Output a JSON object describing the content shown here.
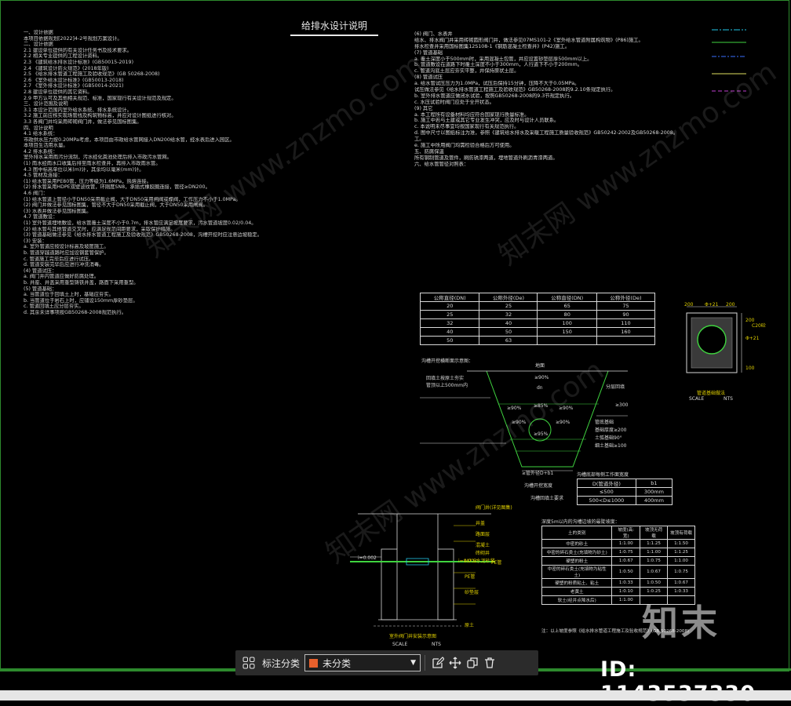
{
  "drawing": {
    "title": "给排水设计说明",
    "notes_left": [
      "一、设计依据",
      "本项目依据规划[2022]4-2号规划方案设计。",
      "二、设计依据",
      "2.1 建设单位提供的有关设计任务书及技术要求。",
      "2.2 相关专业提供的工程设计资料。",
      "2.3 《建筑给水排水设计标准》(GB50015-2019)",
      "2.4 《建筑设计防火规范》(2018年版)",
      "2.5 《给水排水管道工程施工及验收规范》(GB 50268-2008)",
      "2.6 《室外给水设计标准》(GB50013-2018)",
      "2.7 《室外排水设计标准》(GB50014-2021)",
      "2.8 建设单位提供的其它资料。",
      "2.9 甲方认可及其他相关规范、标准，国家现行有关设计规范及规定。",
      "三、设计范围及说明",
      "3.1 本设计范围内室外给水系统、排水系统设计。",
      "3.2 施工前应核实现场管线及构筑物标高，并应对设计图纸进行核对。",
      "3.3 各阀门井均采用砖砌阀门井，做法参见国标图集。",
      "四、设计说明",
      "4.1 给水系统：",
      "市政供水压力按0.20MPa考虑，本项目由市政给水管网接入DN200给水管，经水表后进入园区。",
      "本项目生活用水量。",
      "4.2 排水系统：",
      "室外排水采用雨污分流制，污水经化粪池处理后排入市政污水管网。",
      "(1) 雨水经雨水口收集后排至雨水检查井，再排入市政雨水管。",
      "4.3 图中标高单位以米(m)计，其余均以毫米(mm)计。",
      "4.5 管材及连接：",
      "(1) 给水管采用PE80管，压力等级为1.6MPa，热熔连接。",
      "(2) 排水管采用HDPE双壁波纹管，环刚度SN8，承插式橡胶圈连接，管径≥DN200。",
      "4.6 阀门：",
      "(1) 给水管道上管径小于DN50采用截止阀，大于DN50采用闸阀或蝶阀，工作压力不小于1.0MPa。",
      "(2) 阀门井做法参见国标图集，管径不大于DN50采用截止阀，大于DN50采用闸阀。",
      "(3) 水表井做法参见国标图集。",
      "4.7 管道敷设：",
      "(1) 室外管道埋地敷设，给水管覆土深度不小于0.7m，排水管应满足坡度要求，污水管道坡度0.02/0.04。",
      "(2) 给水管与其他管道交叉时，应满足规范间距要求，采取保护措施。",
      "(3) 管道基础做法参见《给水排水管道工程施工及验收规范》GB50268-2008，沟槽开挖时应注意边坡稳定。",
      "(3) 安装：",
      "a. 室外管道应按设计标高及坡度施工。",
      "b. 管道穿越道路时应加设钢套管保护。",
      "c. 管道施工完毕后应进行试压。",
      "d. 管道安装完毕后应进行冲洗消毒。",
      "(4) 管道试压：",
      "a. 阀门井内管道应做好防腐处理。",
      "b. 井座、井盖采用重型铸铁井盖，路面下采用重型。",
      "(5) 管道基础：",
      "a. 当管道位于回填土上时，基础应夯实。",
      "b. 当管道位于岩石上时，应铺设150mm厚砂垫层。",
      "c. 管道回填土应分层夯实。",
      "d. 其余未详事项按GB50268-2008规范执行。"
    ],
    "notes_right": [
      "(6) 阀门、水表井",
      "给水、排水阀门井采用砖砌圆形阀门井，做法参见07MS101-2《室外给水管道附属构筑物》(P86)施工。",
      "排水检查井采用国标图集12S108-1《钢筋混凝土检查井》(P42)施工。",
      "(7) 管道基础",
      "a. 覆土深度小于500mm时，采用混凝土包管，并应设置砂垫层厚500mm以上。",
      "b. 管道敷设在道路下时覆土深度不小于300mm，人行道下不小于200mm。",
      "c. 管道沟底土层应夯实平整，并保持原状土层。",
      "(8) 管道试压",
      "a. 给水管试压压力为1.0MPa，试压后保持15分钟，压降不大于0.05MPa。",
      "试压做法参见《给水排水管道工程施工及验收规范》GB50268-2008的9.2.10条规定执行。",
      "b. 室外排水管道应做闭水试验，按照GB50268-2008的9.3节规定执行。",
      "c. 水压试验时阀门应处于全开状态。",
      "(9) 其它",
      "a. 本工程所有设备材料均应符合国家现行质量标准。",
      "b. 施工中若与土建或其它专业发生冲突，应及时与设计人员联系。",
      "c. 本说明未尽事宜均按国家现行有关规范执行。",
      "d. 图中尺寸以图纸标注为准，参照《建筑给水排水及采暖工程施工质量验收规范》GB50242-2002及GB50268-2008。",
      "工。",
      "e. 施工中所用阀门均需检验合格后方可使用。",
      "五、防腐保温",
      "所有钢制管道及管件，刷防锈漆两道，埋地管道外刷沥青漆两道。",
      "六、给水管管径对照表："
    ],
    "pipe_table": {
      "headers": [
        "公称直径(DN)",
        "公称外径(De)",
        "公称直径(DN)",
        "公称外径(De)"
      ],
      "rows": [
        [
          "20",
          "25",
          "65",
          "75"
        ],
        [
          "25",
          "32",
          "80",
          "90"
        ],
        [
          "32",
          "40",
          "100",
          "110"
        ],
        [
          "40",
          "50",
          "150",
          "160"
        ],
        [
          "50",
          "63",
          "",
          ""
        ]
      ]
    },
    "trench_title": "沟槽开挖横断面示意图：",
    "trench_labels": {
      "top": "地面",
      "dn": "dn",
      "pct90a": "≥90%",
      "pct85": "≥85%",
      "pct95": "≥95%",
      "pct90b": "≥90%",
      "pct90c": "≥90%",
      "pct90d": "≥90%",
      "pct90e": "≥90%",
      "gt300": "≥300",
      "left1": "回填土按原土夯实",
      "left2": "管顶以上500mm内",
      "mid": "分层回填",
      "base1": "管底基础",
      "base2": "基础厚度≥200",
      "base3": "土弧基础90°",
      "base4": "细土基础≥100",
      "bottom": "≥管外径D+b1",
      "caption1": "沟槽开挖宽度",
      "caption2": "沟槽回填土要求"
    },
    "b1_table": {
      "title": "沟槽底部每侧工作面宽度",
      "headers": [
        "D(管道外径)",
        "b1"
      ],
      "rows": [
        [
          "≤500",
          "300mm"
        ],
        [
          "500<D≤1000",
          "400mm"
        ]
      ]
    },
    "slope_table": {
      "title": "深度5m以内的沟槽边坡的最陡坡度：",
      "headers": [
        "土的类别",
        "坡度(高:宽)",
        "坡顶无荷载",
        "坡顶有荷载"
      ],
      "rows": [
        [
          "中密的砂土",
          "1:1.00",
          "1:1.25",
          "1:1.50"
        ],
        [
          "中密的碎石类土(充填物为砂土)",
          "1:0.75",
          "1:1.00",
          "1:1.25"
        ],
        [
          "硬塑的粉土",
          "1:0.67",
          "1:0.75",
          "1:1.00"
        ],
        [
          "中密的碎石类土(充填物为粘性土)",
          "1:0.50",
          "1:0.67",
          "1:0.75"
        ],
        [
          "硬塑的粉质粘土、粘土",
          "1:0.33",
          "1:0.50",
          "1:0.67"
        ],
        [
          "老黄土",
          "1:0.10",
          "1:0.25",
          "1:0.33"
        ],
        [
          "软土(经井点降水后)",
          "1:1.00",
          "",
          ""
        ]
      ],
      "note": "注：以上坡度参照《给水排水管道工程施工及验收规范》(GB 50268-2008)"
    },
    "section_labels": {
      "l1": "阀门井(详见图集)",
      "l2": "井盖",
      "l3": "路面层",
      "l4": "混凝土",
      "l5": "砖砌井",
      "l6": "M7.5水泥砂浆",
      "l7": "i=0.002",
      "l8": "i=0.002",
      "l9": "PE管",
      "l10": "PE管",
      "l11": "砂垫层",
      "l12": "原土",
      "title": "室外阀门井安装示意图",
      "scale": "SCALE",
      "nts": "NTS"
    },
    "manhole": {
      "dims": [
        "200",
        "Φ+21",
        "200",
        "200",
        "Φ+21",
        "100"
      ],
      "label1": "C20砼",
      "title": "管道基础做法",
      "scale": "SCALE",
      "nts": "NTS"
    }
  },
  "watermarks": [
    "知末网 www.znzmo.com",
    "知末网 www.znzmo.com",
    "知末网 www.znzmo.com"
  ],
  "brand": {
    "logo": "知末",
    "id_text": "ID: 1143537330"
  },
  "toolbar": {
    "label": "标注分类",
    "selected": "未分类",
    "swatch_color": "#e8602c"
  },
  "colors": {
    "frame": "#2d8a2d",
    "cad_green": "#3fd33f",
    "cad_yellow": "#e0d000",
    "cad_cyan": "#22c8e8"
  }
}
